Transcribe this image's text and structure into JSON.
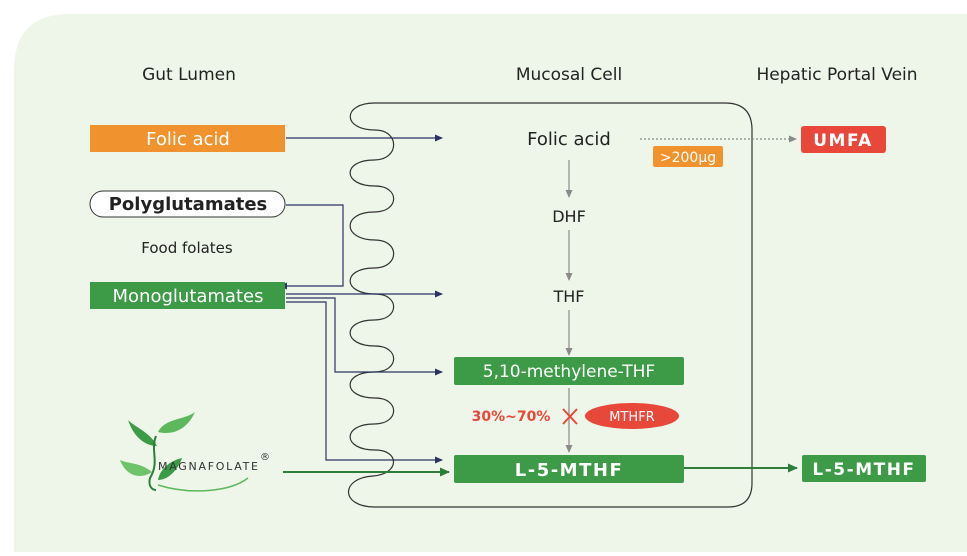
{
  "columns": {
    "gut_lumen": "Gut Lumen",
    "mucosal_cell": "Mucosal Cell",
    "hepatic_portal_vein": "Hepatic Portal Vein"
  },
  "lumen": {
    "folic_acid": "Folic acid",
    "polyglutamates": "Polyglutamates",
    "food_folates": "Food folates",
    "monoglutamates": "Monoglutamates"
  },
  "cell": {
    "folic_acid": "Folic acid",
    "dhf": "DHF",
    "thf": "THF",
    "methylene_thf": "5,10-methylene-THF",
    "l5mthf": "L-5-MTHF",
    "threshold": ">200µg",
    "conversion_rate": "30%~70%",
    "enzyme": "MTHFR"
  },
  "portal": {
    "umfa": "UMFA",
    "l5mthf": "L-5-MTHF"
  },
  "logo": {
    "brand": "MAGNAFOLATE",
    "registered": "®"
  },
  "colors": {
    "background": "#eef5e9",
    "orange": "#f0932e",
    "green": "#3d9a47",
    "red": "#e8483a",
    "navy": "#2c3363",
    "gray_arrow": "#8a8a8a",
    "dark_green_arrow": "#2e7d3a"
  }
}
